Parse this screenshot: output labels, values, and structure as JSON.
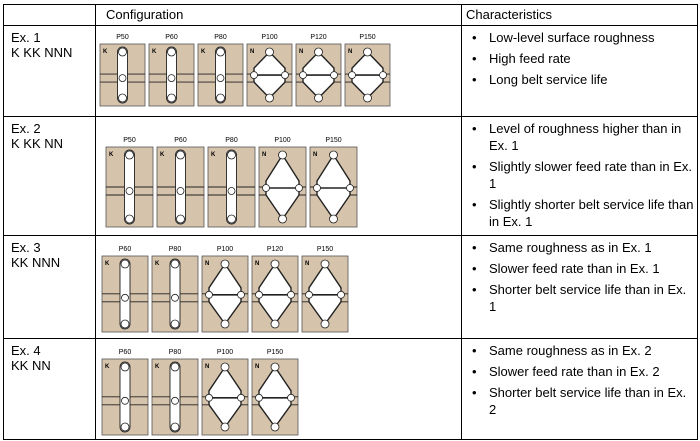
{
  "header": {
    "col1": "",
    "col2": "Configuration",
    "col3": "Characteristics"
  },
  "colors": {
    "panel": "#d6c3ab",
    "border": "#000000",
    "belt": "#ffffff"
  },
  "rows": [
    {
      "name": "Ex. 1",
      "code": "K KK NNN",
      "panels": [
        {
          "label": "P50",
          "type": "K"
        },
        {
          "label": "P60",
          "type": "K"
        },
        {
          "label": "P80",
          "type": "K"
        },
        {
          "label": "P100",
          "type": "N"
        },
        {
          "label": "P120",
          "type": "N"
        },
        {
          "label": "P150",
          "type": "N"
        }
      ],
      "bullets": [
        "Low-level surface roughness",
        "High feed rate",
        "Long belt service life"
      ]
    },
    {
      "name": "Ex. 2",
      "code": "K KK NN",
      "panels": [
        {
          "label": "P50",
          "type": "K"
        },
        {
          "label": "P60",
          "type": "K"
        },
        {
          "label": "P80",
          "type": "K"
        },
        {
          "label": "P100",
          "type": "N"
        },
        {
          "label": "P150",
          "type": "N"
        }
      ],
      "bullets": [
        "Level of roughness higher than in Ex. 1",
        "Slightly slower feed rate than in Ex. 1",
        "Slightly shorter belt service life than in Ex. 1"
      ]
    },
    {
      "name": "Ex. 3",
      "code": "KK NNN",
      "panels": [
        {
          "label": "P60",
          "type": "K"
        },
        {
          "label": "P80",
          "type": "K"
        },
        {
          "label": "P100",
          "type": "N"
        },
        {
          "label": "P120",
          "type": "N"
        },
        {
          "label": "P150",
          "type": "N"
        }
      ],
      "bullets": [
        "Same roughness as in Ex. 1",
        "Slower feed rate than in Ex. 1",
        "Shorter belt service life than in Ex. 1"
      ]
    },
    {
      "name": "Ex. 4",
      "code": "KK NN",
      "panels": [
        {
          "label": "P60",
          "type": "K"
        },
        {
          "label": "P80",
          "type": "K"
        },
        {
          "label": "P100",
          "type": "N"
        },
        {
          "label": "P150",
          "type": "N"
        }
      ],
      "bullets": [
        "Same roughness as in Ex. 2",
        "Slower feed rate than in Ex. 2",
        "Shorter belt service life than in Ex. 2"
      ]
    }
  ]
}
